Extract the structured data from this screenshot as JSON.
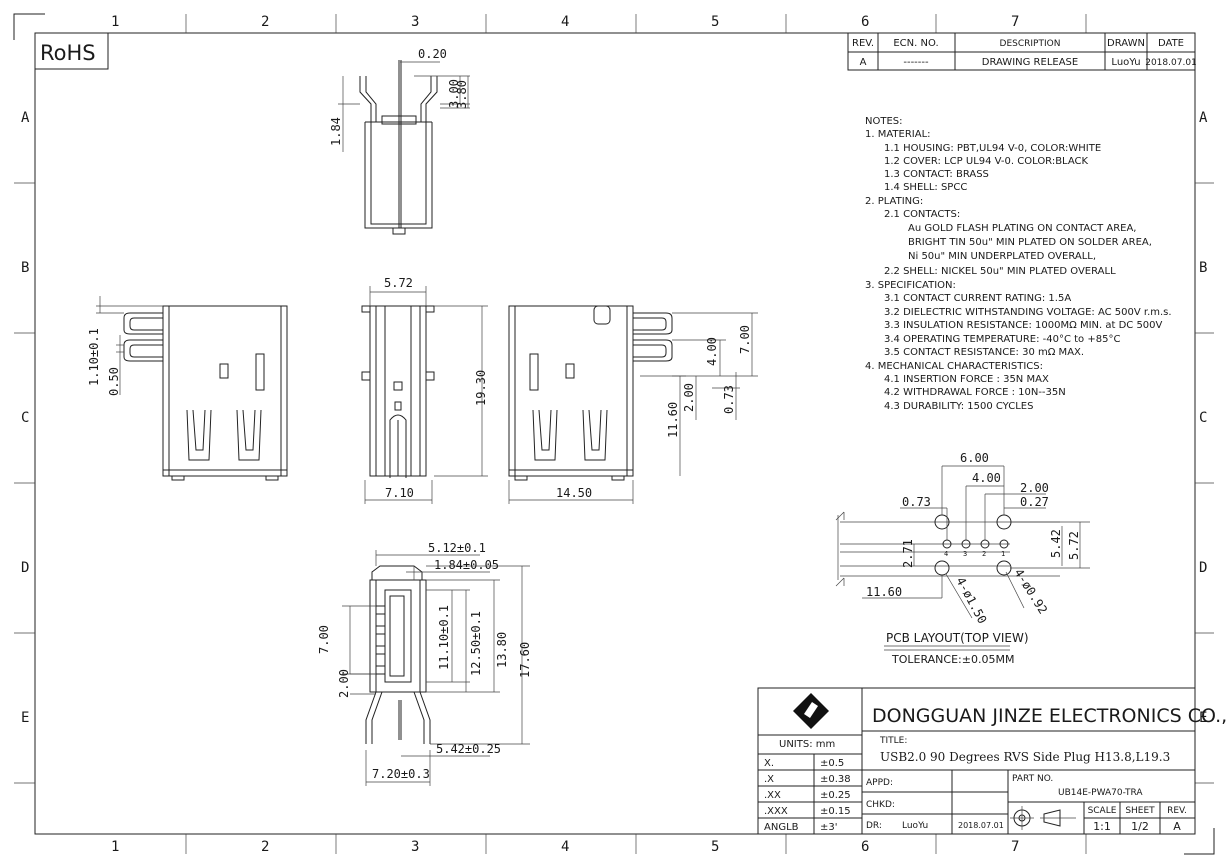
{
  "frame": {
    "columns": [
      "1",
      "2",
      "3",
      "4",
      "5",
      "6",
      "7"
    ],
    "rows": [
      "A",
      "B",
      "C",
      "D",
      "E"
    ]
  },
  "rohs": "RoHS",
  "revision_table": {
    "headers": [
      "REV.",
      "ECN. NO.",
      "DESCRIPTION",
      "DRAWN",
      "DATE"
    ],
    "row": [
      "A",
      "-------",
      "DRAWING RELEASE",
      "LuoYu",
      "2018.07.01"
    ]
  },
  "notes": [
    "NOTES:",
    "1. MATERIAL:",
    "1.1 HOUSING: PBT,UL94 V-0, COLOR:WHITE",
    "1.2 COVER: LCP UL94 V-0. COLOR:BLACK",
    "1.3 CONTACT: BRASS",
    "1.4 SHELL: SPCC",
    "2. PLATING:",
    "2.1 CONTACTS:",
    "Au GOLD FLASH PLATING ON CONTACT AREA,",
    "BRIGHT TIN 50u\" MIN PLATED ON SOLDER AREA,",
    "Ni 50u\" MIN UNDERPLATED OVERALL,",
    "2.2 SHELL:  NICKEL 50u\" MIN PLATED OVERALL",
    "3. SPECIFICATION:",
    "3.1 CONTACT CURRENT RATING: 1.5A",
    "3.2 DIELECTRIC WITHSTANDING VOLTAGE: AC 500V r.m.s.",
    "3.3 INSULATION RESISTANCE: 1000MΩ MIN. at DC 500V",
    "3.4 OPERATING TEMPERATURE: -40°C to +85°C",
    "3.5 CONTACT RESISTANCE: 30 mΩ MAX.",
    "4. MECHANICAL CHARACTERISTICS:",
    "4.1 INSERTION FORCE : 35N MAX",
    "4.2 WITHDRAWAL FORCE : 10N--35N",
    "4.3 DURABILITY: 1500 CYCLES"
  ],
  "dims": {
    "top_020": "0.20",
    "top_300": "3.00",
    "top_380": "3.80",
    "top_184": "1.84",
    "l_110": "1.10±0.1",
    "l_050": "0.50",
    "f_572": "5.72",
    "f_1930": "19.30",
    "f_710": "7.10",
    "r_700": "7.00",
    "r_400": "4.00",
    "r_1160": "11.60",
    "r_200": "2.00",
    "r_073": "0.73",
    "r_1450": "14.50",
    "b_512": "5.12±0.1",
    "b_184": "1.84±0.05",
    "b_700": "7.00",
    "b_200": "2.00",
    "b_1110": "11.10±0.1",
    "b_1250": "12.50±0.1",
    "b_1380": "13.80",
    "b_1760": "17.60",
    "b_542": "5.42±0.25",
    "b_720": "7.20±0.3",
    "p_600": "6.00",
    "p_400": "4.00",
    "p_200": "2.00",
    "p_027": "0.27",
    "p_073": "0.73",
    "p_542": "5.42",
    "p_572": "5.72",
    "p_271": "2.71",
    "p_1160": "11.60",
    "p_d150": "4-ø1.50",
    "p_d092": "4-ø0.92",
    "pins": [
      "4",
      "3",
      "2",
      "1"
    ]
  },
  "pcb": {
    "title": "PCB LAYOUT(TOP VIEW)",
    "tolerance": "TOLERANCE:±0.05MM"
  },
  "title_block": {
    "company": "DONGGUAN JINZE ELECTRONICS CO., LTD",
    "units": "UNITS:  mm",
    "tolerances": [
      [
        "X.",
        "±0.5"
      ],
      [
        ".X",
        "±0.38"
      ],
      [
        ".XX",
        "±0.25"
      ],
      [
        ".XXX",
        "±0.15"
      ],
      [
        "ANGLB",
        "±3'"
      ]
    ],
    "title_label": "TITLE:",
    "title": "USB2.0 90 Degrees RVS Side Plug H13.8,L19.3",
    "appd": "APPD:",
    "chkd": "CHKD:",
    "dr": "DR:",
    "dr_name": "LuoYu",
    "dr_date": "2018.07.01",
    "part_no_label": "PART NO.",
    "part_no": "UB14E-PWA70-TRA",
    "scale_label": "SCALE",
    "sheet_label": "SHEET",
    "rev_label": "REV.",
    "scale": "1:1",
    "sheet": "1/2",
    "rev": "A"
  }
}
